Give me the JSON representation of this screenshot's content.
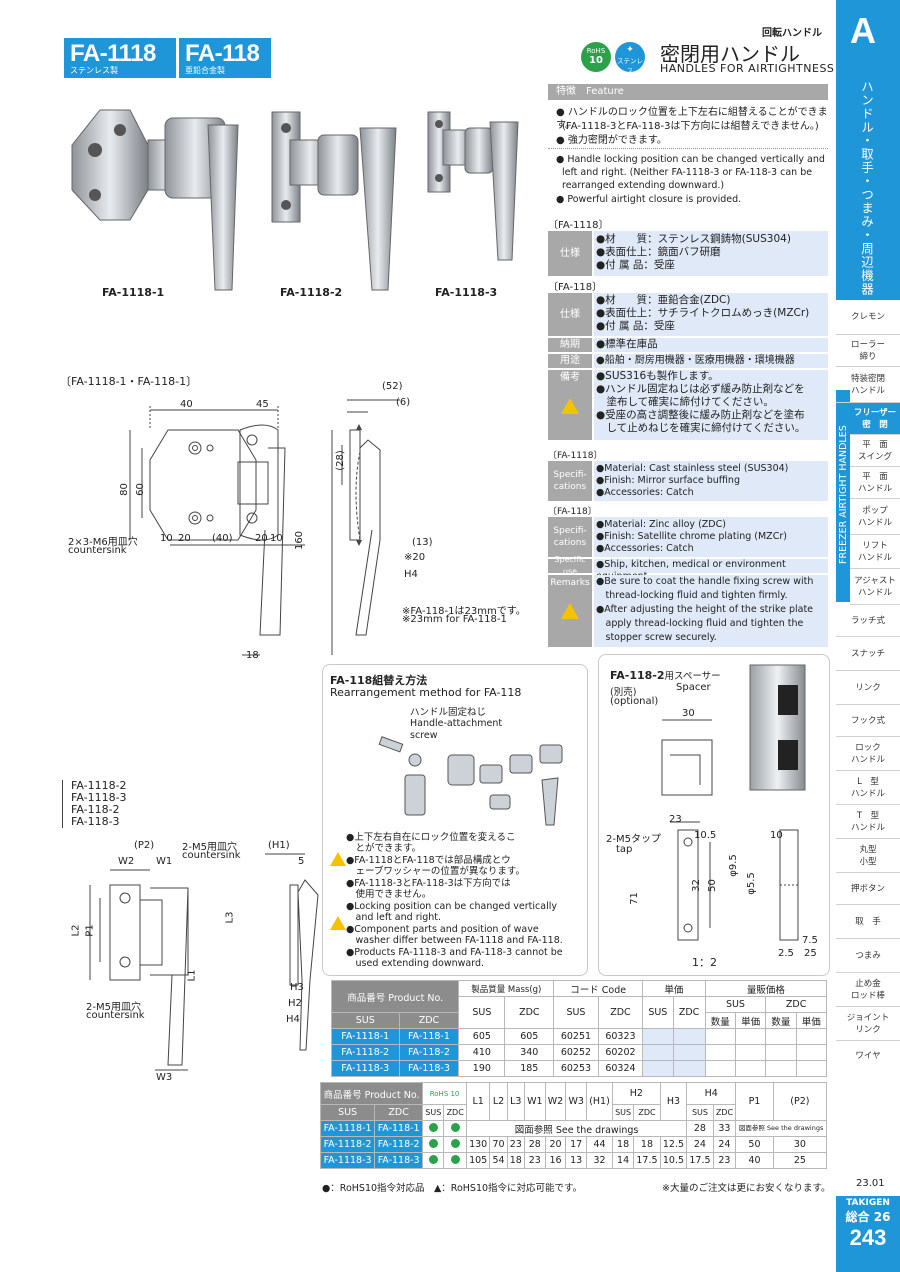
{
  "header": {
    "model_sus": "FA-1118",
    "model_sus_sub": "ステンレス製",
    "model_zdc": "FA-118",
    "model_zdc_sub": "亜鉛合金製",
    "category": "回転ハンドル",
    "title_ja": "密閉用ハンドル",
    "title_en": "HANDLES FOR AIRTIGHTNESS",
    "rohs_top": "RoHS",
    "rohs_num": "10",
    "stainless_badge": "ステンレス"
  },
  "products": {
    "p1": "FA-1118-1",
    "p2": "FA-1118-2",
    "p3": "FA-1118-3"
  },
  "feature": {
    "label_ja": "特徴",
    "label_en": "Feature",
    "ja1": "ハンドルのロック位置を上下左右に組替えることができます。",
    "ja1b": "(FA-1118-3とFA-118-3は下方向には組替えできません。)",
    "ja2": "強力密閉ができます。",
    "en1": "Handle locking position can be changed vertically and",
    "en1b": "left and right. (Neither FA-1118-3 or FA-118-3 can be",
    "en1c": "rearranged extending downward.)",
    "en2": "Powerful airtight closure is provided."
  },
  "specs": {
    "fa1118_head": "〔FA-1118〕",
    "fa118_head": "〔FA-118〕",
    "spec_label": "仕様",
    "fa1118": "●材　　質：ステンレス鋼鋳物(SUS304)\n●表面仕上：鏡面バフ研磨\n●付 属 品：受座",
    "fa118": "●材　　質：亜鉛合金(ZDC)\n●表面仕上：サチライトクロムめっき(MZCr)\n●付 属 品：受座",
    "delivery_label": "納期",
    "delivery": "●標準在庫品",
    "use_label": "用途",
    "use": "●船舶・厨房用機器・医療用機器・環境機器",
    "remarks_label": "備考",
    "remarks": "●SUS316も製作します。\n●ハンドル固定ねじは必ず緩み防止剤などを\n　塗布して確実に締付けてください。\n●受座の高さ調整後に緩み防止剤などを塗布\n　して止めねじを確実に締付けてください。",
    "en_fa1118_head": "〔FA-1118〕",
    "en_fa118_head": "〔FA-118〕",
    "en_spec_label": "Specifi-\ncations",
    "en_fa1118": "●Material: Cast stainless steel (SUS304)\n●Finish: Mirror surface buffing\n●Accessories: Catch",
    "en_fa118": "●Material: Zinc alloy (ZDC)\n●Finish: Satellite chrome plating (MZCr)\n●Accessories: Catch",
    "en_use_label": "Specific use",
    "en_use": "●Ship, kitchen, medical or environment equipment",
    "en_remarks_label": "Remarks",
    "en_remarks": "●Be sure to coat the handle fixing screw with\n　thread-locking fluid and tighten firmly.\n●After adjusting the height of the strike plate\n　apply thread-locking fluid and tighten the\n　stopper screw securely."
  },
  "drawing1": {
    "title": "〔FA-1118-1・FA-118-1〕",
    "d40": "40",
    "d45": "45",
    "d80": "80",
    "d60": "60",
    "d160": "160",
    "d10": "10",
    "d20": "20",
    "d40p": "(40)",
    "d20b": "20",
    "d10b": "10",
    "d18": "18",
    "d52": "(52)",
    "d6": "(6)",
    "d28": "(28)",
    "d13": "(13)",
    "d20s": "※20",
    "h4": "H4",
    "hole_ja": "2×3-M6用皿穴",
    "hole_en": "countersink",
    "note_ja": "※FA-118-1は23mmです。",
    "note_en": "※23mm for FA-118-1"
  },
  "rearrange": {
    "title_ja": "FA-118組替え方法",
    "title_en": "Rearrangement method for FA-118",
    "screw_ja": "ハンドル固定ねじ",
    "screw_en1": "Handle-attachment",
    "screw_en2": "screw",
    "n1": "●上下左右自在にロック位置を変えるこ\n　とができます。",
    "n2": "●FA-1118とFA-118では部品構成とウ\n　ェーブワッシャーの位置が異なります。",
    "n3": "●FA-1118-3とFA-118-3は下方向では\n　使用できません。",
    "n4": "●Locking position can be changed vertically\n　and left and right.",
    "n5": "●Component parts and position of wave\n　washer differ between FA-1118 and FA-118.",
    "n6": "●Products FA-1118-3 and FA-118-3 cannot be\n　used extending downward."
  },
  "spacer": {
    "title": "FA-118-2",
    "title_ja": "用スペーサー",
    "sep_ja": "(別売)",
    "sep_en": "(optional)",
    "spacer_en": "Spacer",
    "d30": "30",
    "d23": "23",
    "d105": "10.5",
    "d10": "10",
    "d71": "71",
    "d32": "32",
    "d50": "50",
    "d95": "φ9.5",
    "d55": "φ5.5",
    "d75": "7.5",
    "d25": "2.5",
    "d25b": "25",
    "tap_ja": "2-M5タップ",
    "tap_en": "tap",
    "scale": "1：2"
  },
  "drawing2": {
    "title": [
      "FA-1118-2",
      "FA-1118-3",
      "FA-118-2",
      "FA-118-3"
    ],
    "p2": "(P2)",
    "w2": "W2",
    "w1": "W1",
    "h1": "(H1)",
    "d5": "5",
    "l2": "L2",
    "p1": "P1",
    "l3": "L3",
    "l1": "L1",
    "h3": "H3",
    "h2": "H2",
    "h4": "H4",
    "w3": "W3",
    "hole_ja": "2-M5用皿穴",
    "hole_en": "countersink"
  },
  "table1": {
    "h_prod": "商品番号 Product No.",
    "h_mass": "製品質量 Mass(g)",
    "h_code": "コード Code",
    "h_unit": "単価",
    "h_qty": "量販価格",
    "sus": "SUS",
    "zdc": "ZDC",
    "qty": "数量",
    "up": "単価",
    "rows": [
      {
        "sus": "FA-1118-1",
        "zdc": "FA-118-1",
        "ms": "605",
        "mz": "605",
        "cs": "60251",
        "cz": "60323"
      },
      {
        "sus": "FA-1118-2",
        "zdc": "FA-118-2",
        "ms": "410",
        "mz": "340",
        "cs": "60252",
        "cz": "60202"
      },
      {
        "sus": "FA-1118-3",
        "zdc": "FA-118-3",
        "ms": "190",
        "mz": "185",
        "cs": "60253",
        "cz": "60324"
      }
    ]
  },
  "table2": {
    "h_prod": "商品番号 Product No.",
    "rohs": "RoHS 10",
    "sus": "SUS",
    "zdc": "ZDC",
    "cols": [
      "L1",
      "L2",
      "L3",
      "W1",
      "W2",
      "W3",
      "(H1)",
      "H2",
      "H3",
      "H4",
      "P1",
      "(P2)"
    ],
    "see": "図面参照 See the drawings",
    "see_small": "図面参照 See the drawings",
    "r1": {
      "sus": "FA-1118-1",
      "zdc": "FA-118-1",
      "h4s": "28",
      "h4z": "33"
    },
    "r2": {
      "sus": "FA-1118-2",
      "zdc": "FA-118-2",
      "v": [
        "130",
        "70",
        "23",
        "28",
        "20",
        "17",
        "44",
        "18",
        "18",
        "12.5",
        "24",
        "24",
        "50",
        "30"
      ]
    },
    "r3": {
      "sus": "FA-1118-3",
      "zdc": "FA-118-3",
      "v": [
        "105",
        "54",
        "18",
        "23",
        "16",
        "13",
        "32",
        "14",
        "17.5",
        "10.5",
        "17.5",
        "23",
        "40",
        "25"
      ]
    }
  },
  "footer": {
    "legend1": "●：RoHS10指令対応品",
    "legend2": "▲：RoHS10指令に対応可能です。",
    "note": "※大量のご注文は更にお安くなります。",
    "date": "23.01",
    "brand": "TAKIGEN",
    "sogo": "総合 26",
    "page": "243"
  },
  "sidebar": {
    "letter": "A",
    "vertical_ja": "ハンドル・取手・つまみ・周辺機器",
    "vertical_en": "FREEZER AIRTIGHT HANDLES",
    "items": [
      "クレモン",
      "ローラー\n締り",
      "特装密閉\nハンドル",
      "フリーザー\n密　閉",
      "平　面\nスイング",
      "平　面\nハンドル",
      "ポップ\nハンドル",
      "リフト\nハンドル",
      "アジャスト\nハンドル",
      "ラッチ式",
      "スナッチ",
      "リンク",
      "フック式",
      "ロック\nハンドル",
      "L　型\nハンドル",
      "T　型\nハンドル",
      "丸型\n小型",
      "押ボタン",
      "取　手",
      "つまみ",
      "止め金\nロッド棒",
      "ジョイント\nリンク",
      "ワイヤ"
    ]
  },
  "colors": {
    "accent": "#1e96d8",
    "light": "#dfe9f7",
    "gray": "#a8a8a8"
  }
}
